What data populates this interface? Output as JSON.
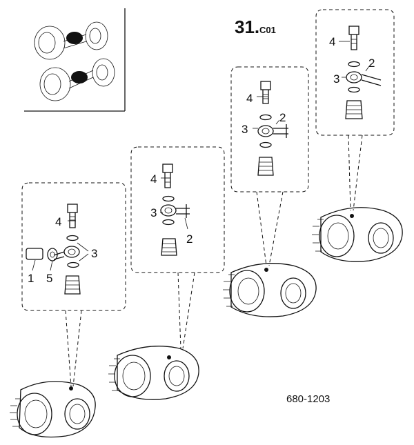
{
  "diagram": {
    "section_number": "31.",
    "section_code": "C01",
    "part_number": "680-1203",
    "callouts": {
      "view1": [
        "4",
        "3",
        "1",
        "5"
      ],
      "view2": [
        "4",
        "3",
        "2"
      ],
      "view3": [
        "4",
        "3",
        "2"
      ],
      "view4": [
        "4",
        "3",
        "2"
      ]
    }
  }
}
